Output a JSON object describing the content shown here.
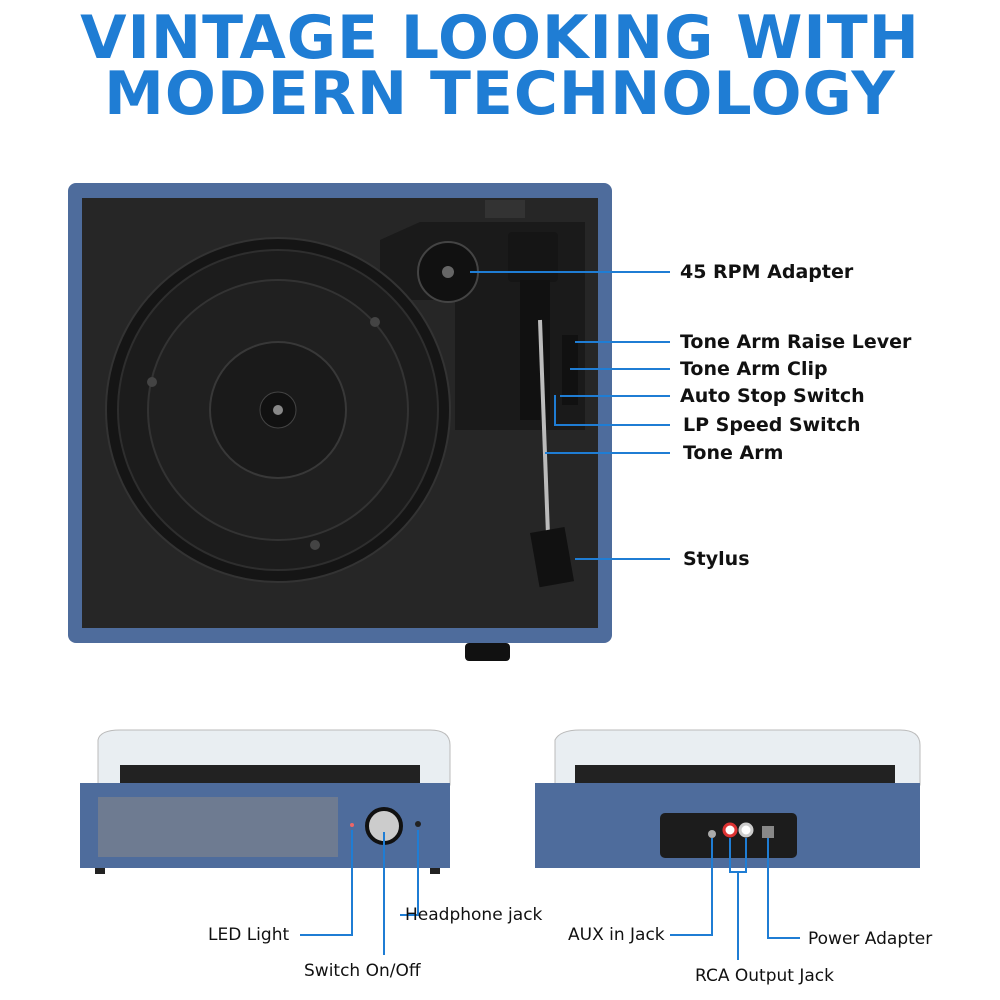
{
  "title": {
    "line1": "VINTAGE LOOKING WITH",
    "line2": "MODERN TECHNOLOGY"
  },
  "top_labels": [
    "45 RPM Adapter",
    "Tone Arm Raise Lever",
    "Tone Arm Clip",
    "Auto Stop Switch",
    "LP Speed Switch",
    "Tone Arm",
    "Stylus"
  ],
  "front_labels": {
    "led": "LED Light",
    "switch": "Switch On/Off",
    "headphone": "Headphone jack"
  },
  "back_labels": {
    "aux": "AUX in Jack",
    "rca": "RCA Output Jack",
    "power": "Power Adapter"
  },
  "colors": {
    "title": "#1f7dd4",
    "body_blue": "#4e6c9c",
    "line_blue": "#1f7dd4",
    "deck": "#1e1e1e"
  }
}
